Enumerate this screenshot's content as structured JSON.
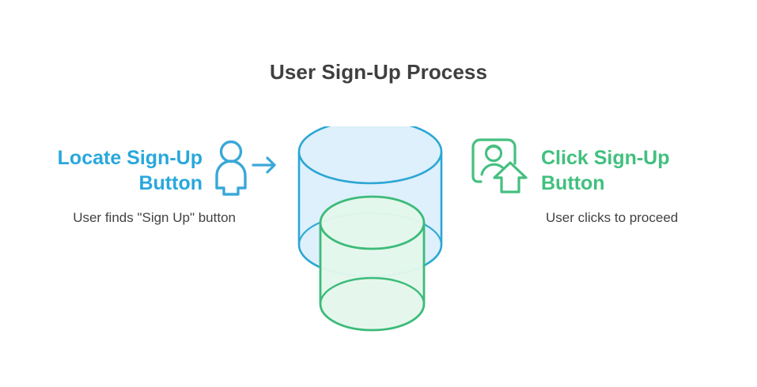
{
  "diagram": {
    "title": "User Sign-Up Process",
    "background_color": "#ffffff",
    "title_color": "#3f3f3f"
  },
  "steps": [
    {
      "id": "locate",
      "label": "Locate Sign-Up\nButton",
      "description": "User finds \"Sign Up\" button",
      "color": "#29a8dc",
      "icon": "person-arrow-icon",
      "align": "right"
    },
    {
      "id": "click",
      "label": "Click Sign-Up\nButton",
      "description": "User clicks to proceed",
      "color": "#41c07e",
      "icon": "user-card-up-arrow-icon",
      "align": "left"
    }
  ],
  "center_graphic": {
    "name": "overlapping-cylinders",
    "shapes": [
      {
        "id": "cylinder-blue",
        "stroke": "#2ba6d4",
        "fill": "#ddf0fb",
        "role": "upper-back"
      },
      {
        "id": "cylinder-green",
        "stroke": "#3cbb79",
        "fill": "#e4f7ec",
        "role": "lower-front"
      }
    ]
  }
}
